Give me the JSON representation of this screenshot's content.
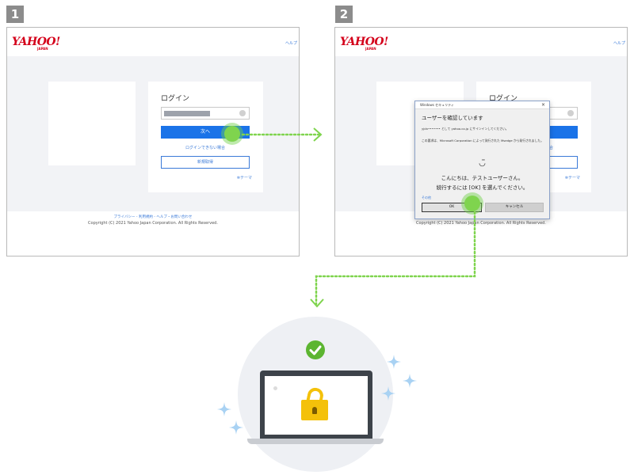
{
  "steps": {
    "step1": "1",
    "step2": "2"
  },
  "yahoo": {
    "logo": "YAHOO!",
    "logo_sub": "JAPAN",
    "help": "ヘルプ",
    "login_title": "ログイン",
    "next_button": "次へ",
    "cant_login": "ログインできない場合",
    "signup_button": "新規取得",
    "theme": "テーマ",
    "footer_links": "プライバシー - 利用規約 - ヘルプ・お問い合わせ",
    "copyright": "Copyright (C) 2021 Yahoo Japan Corporation. All Rights Reserved."
  },
  "dialog": {
    "window_title": "Windows セキュリティ",
    "close_glyph": "×",
    "heading": "ユーザーを確認しています",
    "line1": "yjdn••••••• として yahoo.co.jp にサインインしてください。",
    "line2": "この要求は、Microsoft Corporation によって発行された Msedge から発行されました。",
    "smile": "◡̈",
    "greeting1": "こんにちは、テストユーザーさん。",
    "greeting2": "続行するには [OK] を選んでください。",
    "other": "その他",
    "ok_button": "OK",
    "cancel_button": "キャンセル"
  },
  "colors": {
    "tap_green": "#7fd44e",
    "arrow_green": "#7fd44e",
    "check_green": "#5cb531",
    "lock_yellow": "#f4c10a",
    "sparkle_blue": "#a9d2f3",
    "link_blue": "#3a7ad8",
    "button_blue": "#1a73e8"
  },
  "icons": {
    "check": "check-circle-icon",
    "laptop": "laptop-icon",
    "lock": "unlocked-padlock-icon",
    "sparkle": "sparkle-icon"
  }
}
